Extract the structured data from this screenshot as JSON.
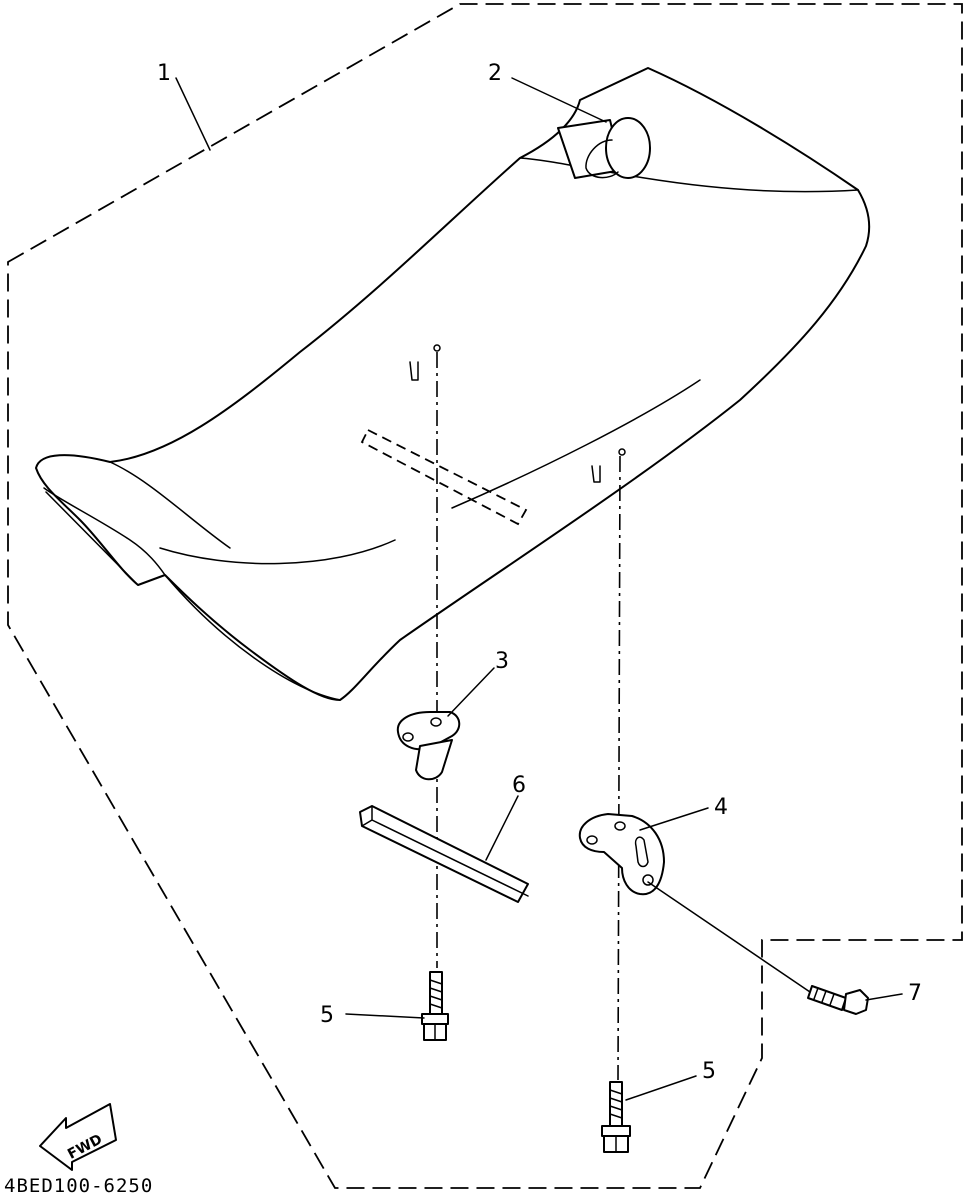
{
  "diagram_code": "4BED100-6250",
  "fwd_label": "FWD",
  "callouts": [
    {
      "id": "1",
      "text": "1"
    },
    {
      "id": "2",
      "text": "2"
    },
    {
      "id": "3",
      "text": "3"
    },
    {
      "id": "4",
      "text": "4"
    },
    {
      "id": "5a",
      "text": "5"
    },
    {
      "id": "5b",
      "text": "5"
    },
    {
      "id": "6",
      "text": "6"
    },
    {
      "id": "7",
      "text": "7"
    }
  ]
}
